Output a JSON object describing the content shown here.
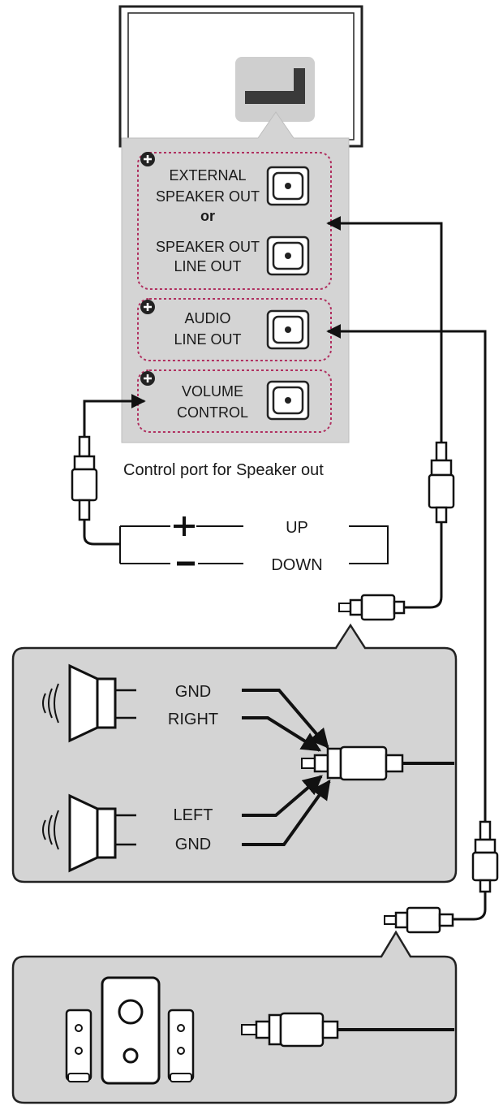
{
  "ports": {
    "external_speaker_line1": "EXTERNAL",
    "external_speaker_line2": "SPEAKER OUT",
    "or_label": "or",
    "speaker_out_line1": "SPEAKER OUT",
    "speaker_out_line2": "LINE OUT",
    "audio_line1": "AUDIO",
    "audio_line2": "LINE OUT",
    "volume_line1": "VOLUME",
    "volume_line2": "CONTROL"
  },
  "panel_caption": "Control port for Speaker out",
  "volume_switch": {
    "plus_label": "UP",
    "minus_label": "DOWN"
  },
  "speaker_wiring": {
    "gnd_top": "GND",
    "right": "RIGHT",
    "left": "LEFT",
    "gnd_bottom": "GND"
  }
}
